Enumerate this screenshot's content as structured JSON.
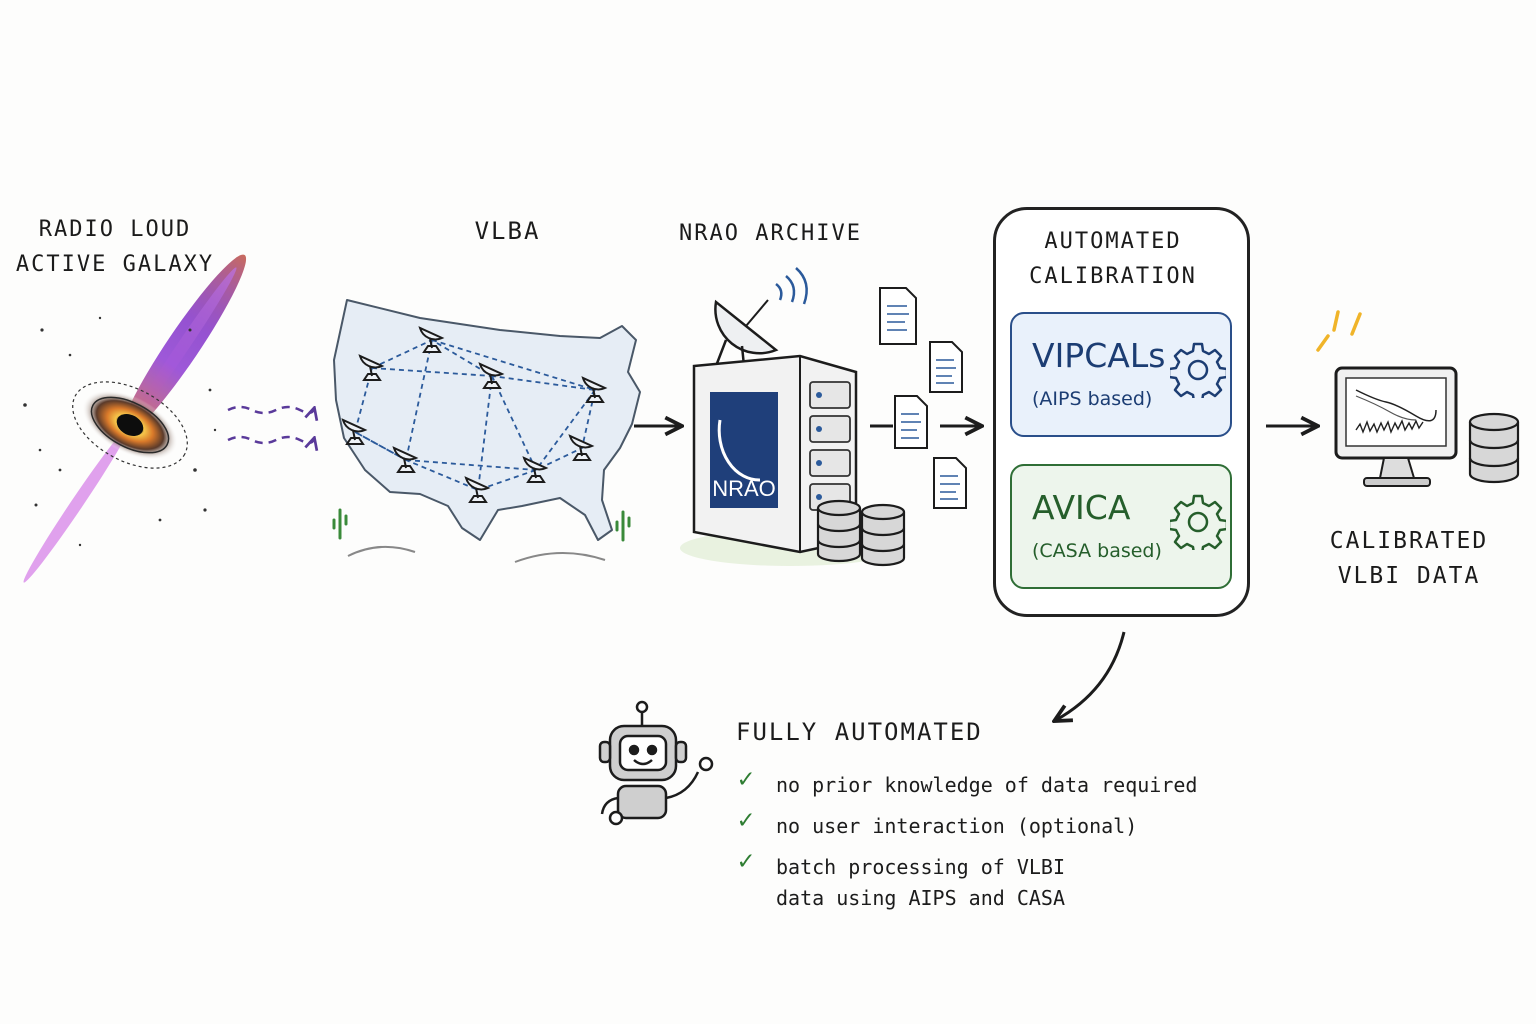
{
  "labels": {
    "galaxy": "Radio loud active galaxy",
    "vlba": "VLBA",
    "archive": "NRAO ARCHIVE",
    "calibration": "AUTOMATED CALIBRATION",
    "output": "CALIBRATED VLBI DATA"
  },
  "archive_logo": "NRAO",
  "pipelines": [
    {
      "name": "VIPCALs",
      "note": "(AIPS based)"
    },
    {
      "name": "AVICA",
      "note": "(CASA based)"
    }
  ],
  "features": {
    "title": "Fully Automated",
    "items": [
      "no prior knowledge of data required",
      "no user interaction (optional)",
      "batch processing of VLBI data using AIPS and CASA"
    ]
  },
  "colors": {
    "vipcals": "#2a4f8a",
    "avica": "#2f6e36",
    "check": "#2e7d32",
    "jet": "#8a3fc9",
    "nrao_blue": "#1f3f7a"
  },
  "icons": [
    "galaxy-icon",
    "us-map-icon",
    "dish-icon",
    "server-icon",
    "document-icon",
    "database-icon",
    "gear-icon",
    "monitor-icon",
    "robot-icon",
    "check-icon",
    "arrow-icon"
  ]
}
